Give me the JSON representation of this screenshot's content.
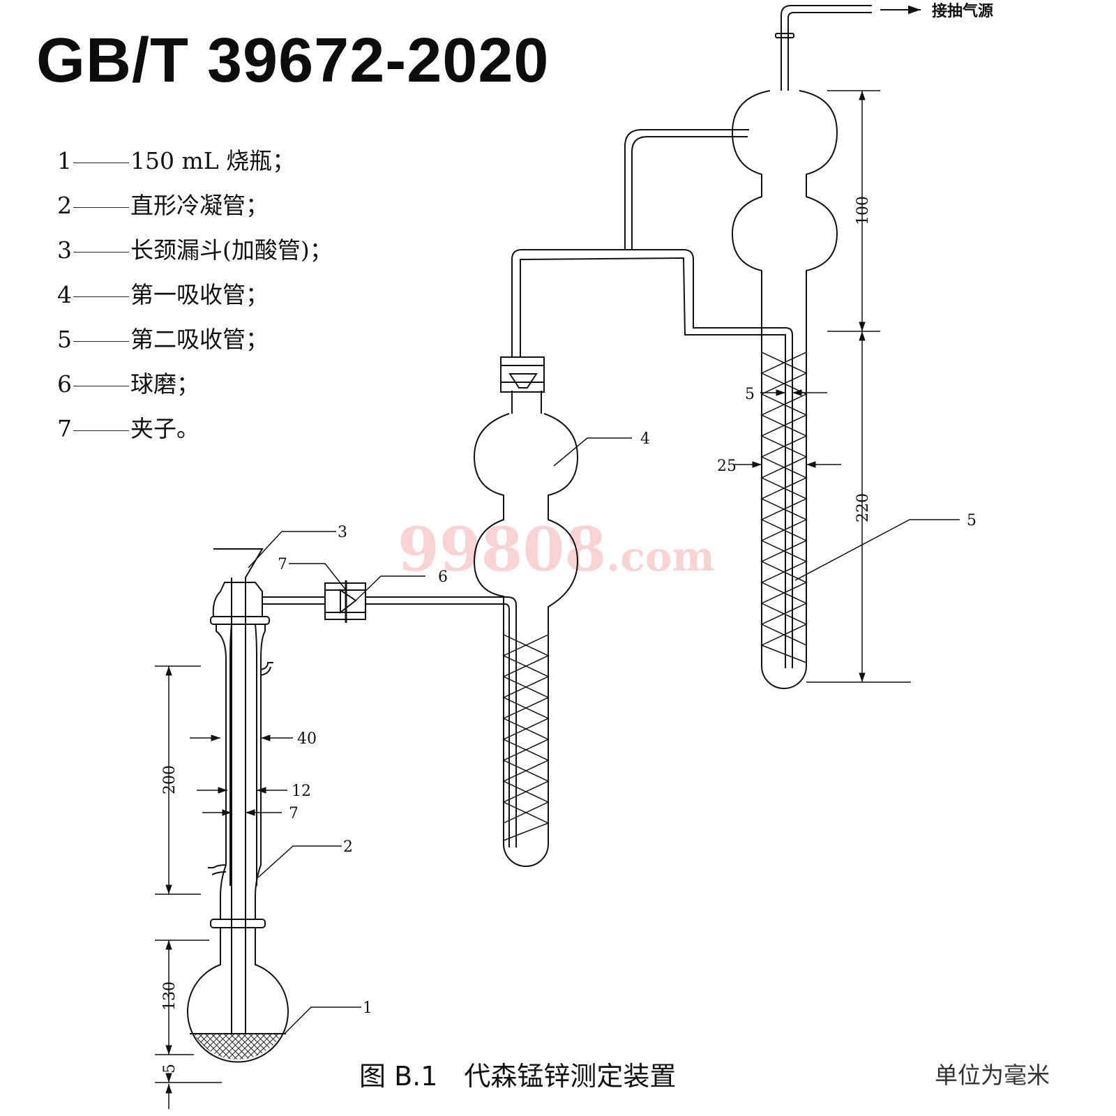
{
  "header": {
    "title": "GB/T 39672-2020"
  },
  "legend": [
    {
      "num": "1",
      "text": "150 mL 烧瓶；"
    },
    {
      "num": "2",
      "text": "直形冷凝管；"
    },
    {
      "num": "3",
      "text": "长颈漏斗(加酸管)；"
    },
    {
      "num": "4",
      "text": "第一吸收管；"
    },
    {
      "num": "5",
      "text": "第二吸收管；"
    },
    {
      "num": "6",
      "text": "球磨；"
    },
    {
      "num": "7",
      "text": "夹子。"
    }
  ],
  "figure": {
    "caption": "图 B.1　代森锰锌测定装置",
    "units": "单位为毫米",
    "watermark": {
      "main": "99808",
      "suffix": ".com"
    },
    "vacuum_label": "接抽气源",
    "callouts": {
      "c1": "1",
      "c2": "2",
      "c3": "3",
      "c4": "4",
      "c5": "5",
      "c6": "6",
      "c7": "7"
    },
    "dimensions": {
      "d100": "100",
      "d220": "220",
      "d5_top": "5",
      "d25": "25",
      "d200": "200",
      "d130": "130",
      "d5_bottom": "5",
      "d40": "40",
      "d12": "12",
      "d7": "7"
    }
  }
}
